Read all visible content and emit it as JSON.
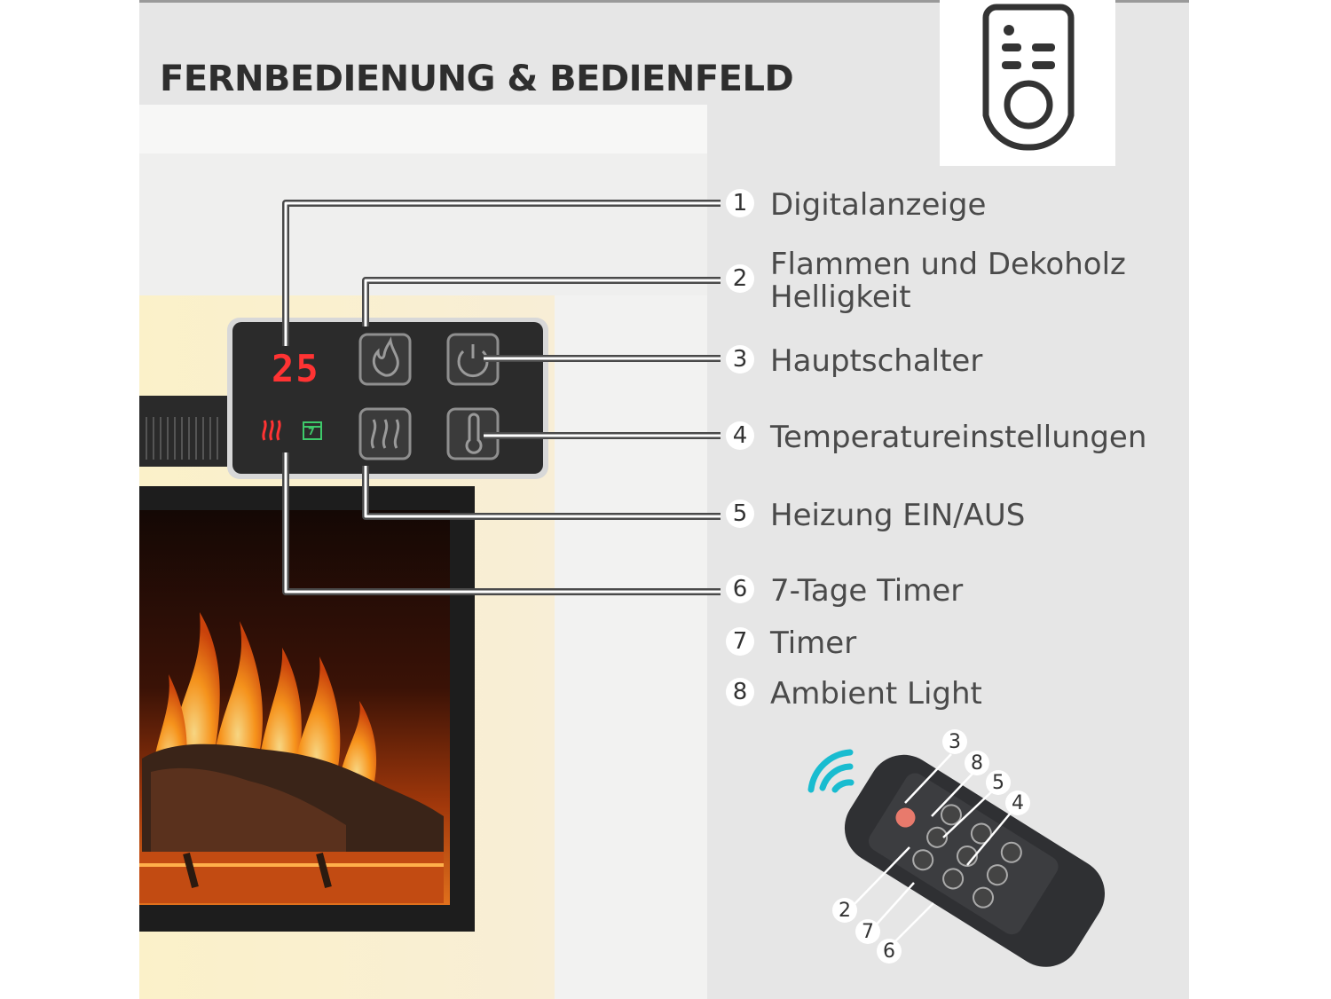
{
  "title": "FERNBEDIENUNG & BEDIENFELD",
  "header_icon": "remote-control-icon",
  "panel": {
    "display_value": "25",
    "heat_indicator_icon": "heat-waves-icon",
    "week_timer_indicator": "7",
    "buttons": [
      "flame-icon",
      "power-icon",
      "heat-icon",
      "thermometer-icon"
    ]
  },
  "legend": [
    {
      "num": "1",
      "label": "Digitalanzeige"
    },
    {
      "num": "2",
      "label": "Flammen und Dekoholz",
      "label2": "Helligkeit"
    },
    {
      "num": "3",
      "label": "Hauptschalter"
    },
    {
      "num": "4",
      "label": "Temperatureinstellungen"
    },
    {
      "num": "5",
      "label": "Heizung EIN/AUS"
    },
    {
      "num": "6",
      "label": "7-Tage Timer"
    },
    {
      "num": "7",
      "label": "Timer"
    },
    {
      "num": "8",
      "label": "Ambient Light"
    }
  ],
  "remote_callouts": [
    "3",
    "8",
    "5",
    "4",
    "2",
    "7",
    "6"
  ],
  "colors": {
    "background": "#ececec",
    "panel": "#2b2b2b",
    "display_red": "#ff3333",
    "timer_green": "#3ec96a",
    "signal": "#19bcd0",
    "remote": "#2f3033"
  }
}
